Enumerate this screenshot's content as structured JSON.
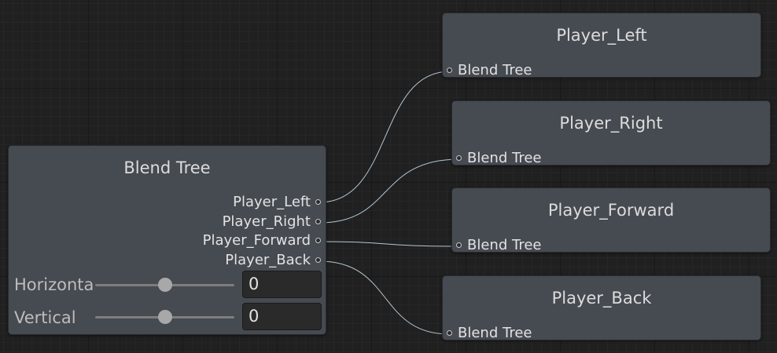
{
  "blend_tree": {
    "title": "Blend Tree",
    "outputs": [
      "Player_Left",
      "Player_Right",
      "Player_Forward",
      "Player_Back"
    ],
    "params": [
      {
        "label": "Horizontal",
        "value": "0",
        "level": 0.5
      },
      {
        "label": "Vertical",
        "value": "0",
        "level": 0.5
      }
    ]
  },
  "motion_nodes": [
    {
      "title": "Player_Left",
      "port_label": "Blend Tree"
    },
    {
      "title": "Player_Right",
      "port_label": "Blend Tree"
    },
    {
      "title": "Player_Forward",
      "port_label": "Blend Tree"
    },
    {
      "title": "Player_Back",
      "port_label": "Blend Tree"
    }
  ],
  "colors": {
    "canvas": "#202020",
    "node": "#464a51",
    "wire": "#b4c6d4"
  }
}
